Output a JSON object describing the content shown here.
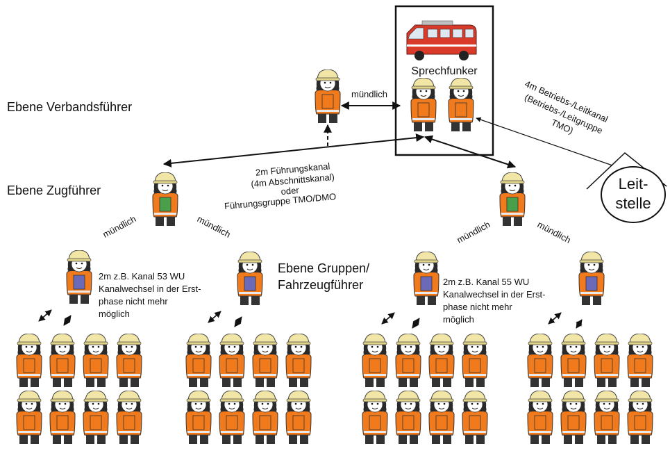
{
  "levels": {
    "verbandsfuehrer": "Ebene Verbandsführer",
    "zugfuehrer": "Ebene Zugführer",
    "gruppen_line1": "Ebene Gruppen/",
    "gruppen_line2": "Fahrzeugführer"
  },
  "sprechfunker": "Sprechfunker",
  "muendlich": "mündlich",
  "fuehrungskanal": [
    "2m Führungskanal",
    "(4m Abschnittskanal)",
    "oder",
    "Führungsgruppe TMO/DMO"
  ],
  "betriebskanal": [
    "4m Betriebs-/Leitkanal",
    "(Betriebs-/Leitgruppe",
    "TMO)"
  ],
  "leitstelle": [
    "Leit-",
    "stelle"
  ],
  "kanal_left": [
    "2m z.B. Kanal 53 WU",
    "Kanalwechsel in der Erst-",
    "phase nicht mehr",
    "möglich"
  ],
  "kanal_right": [
    "2m z.B. Kanal 55 WU",
    "Kanalwechsel in der Erst-",
    "phase nicht mehr",
    "möglich"
  ],
  "colors": {
    "helmet": "#f2e6a6",
    "jacket": "#f07a1c",
    "zug_vest": "#4aa04a",
    "gruppe_vest": "#6a6ab8",
    "verband_vest": "#f07a1c",
    "hair": "#2a2a2a",
    "van": "#d93a2a"
  }
}
